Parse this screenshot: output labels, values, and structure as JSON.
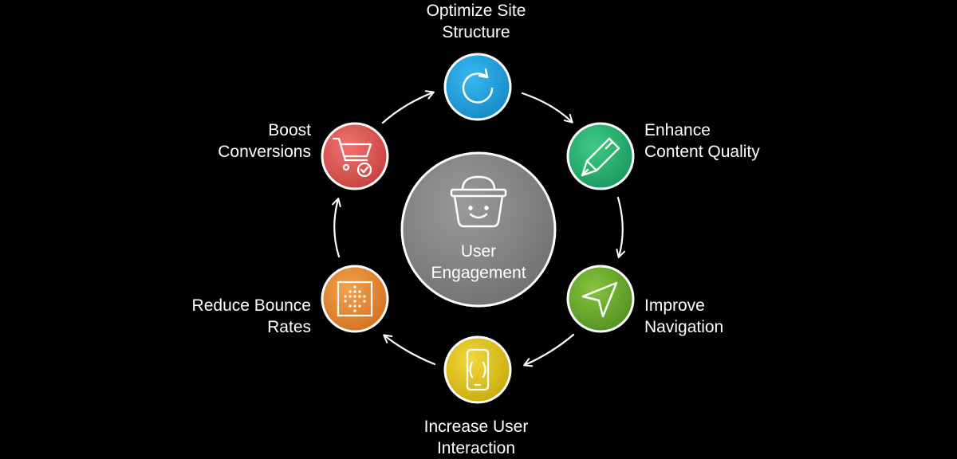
{
  "hub": {
    "line1": "User",
    "line2": "Engagement",
    "icon": "smiling-basket-icon",
    "color": "#8a8a8a"
  },
  "nodes": [
    {
      "id": "optimize",
      "line1": "Optimize Site",
      "line2": "Structure",
      "icon": "refresh-icon",
      "color": "#1fa3dd"
    },
    {
      "id": "enhance",
      "line1": "Enhance",
      "line2": "Content Quality",
      "icon": "pen-icon",
      "color": "#22b36b"
    },
    {
      "id": "navigation",
      "line1": "Improve",
      "line2": "Navigation",
      "icon": "navigation-arrow-icon",
      "color": "#6aaa2c"
    },
    {
      "id": "interaction",
      "line1": "Increase User",
      "line2": "Interaction",
      "icon": "vibrating-phone-icon",
      "color": "#e2c414"
    },
    {
      "id": "bounce",
      "line1": "Reduce Bounce",
      "line2": "Rates",
      "icon": "dotted-arrow-icon",
      "color": "#e8892f"
    },
    {
      "id": "conversions",
      "line1": "Boost",
      "line2": "Conversions",
      "icon": "cart-check-icon",
      "color": "#e0514c"
    }
  ]
}
